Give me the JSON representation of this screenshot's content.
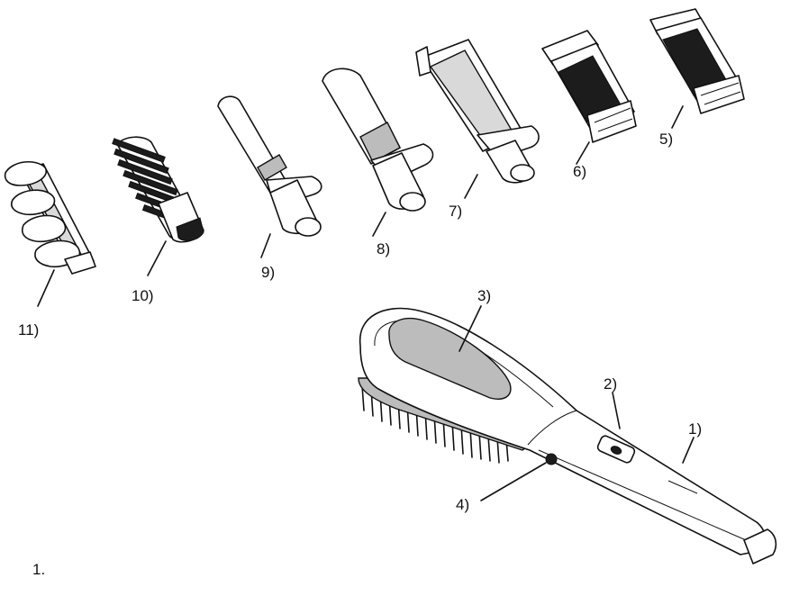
{
  "figure_label": "1.",
  "parts": [
    {
      "id": "1",
      "label": "1)"
    },
    {
      "id": "2",
      "label": "2)"
    },
    {
      "id": "3",
      "label": "3)"
    },
    {
      "id": "4",
      "label": "4)"
    },
    {
      "id": "5",
      "label": "5)"
    },
    {
      "id": "6",
      "label": "6)"
    },
    {
      "id": "7",
      "label": "7)"
    },
    {
      "id": "8",
      "label": "8)"
    },
    {
      "id": "9",
      "label": "9)"
    },
    {
      "id": "10",
      "label": "10)"
    },
    {
      "id": "11",
      "label": "11)"
    }
  ]
}
